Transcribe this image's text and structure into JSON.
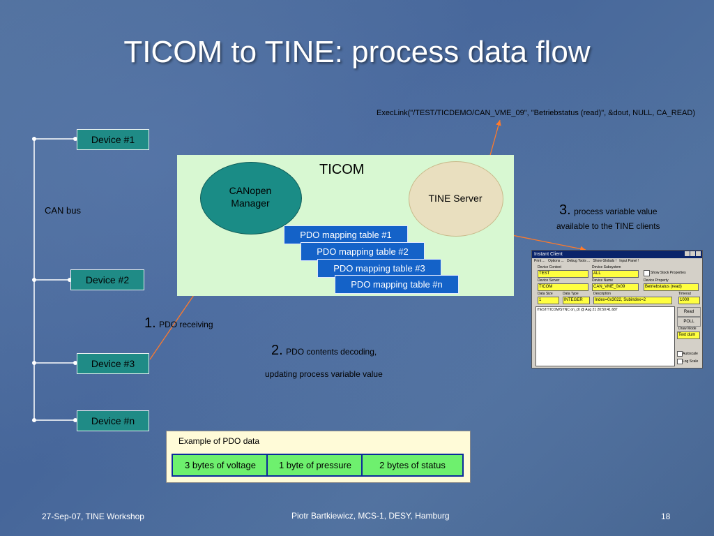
{
  "title": "TICOM to TINE: process data flow",
  "execlink": "ExecLink(\"/TEST/TICDEMO/CAN_VME_09\", \"Betriebstatus (read)\", &dout, NULL, CA_READ)",
  "can_bus_label": "CAN bus",
  "devices": [
    "Device #1",
    "Device #2",
    "Device #3",
    "Device #n"
  ],
  "ticom": {
    "title": "TICOM",
    "canopen_manager": "CANopen\nManager",
    "tine_server": "TINE Server",
    "pdo_tables": [
      "PDO mapping table #1",
      "PDO mapping table #2",
      "PDO mapping table #3",
      "PDO mapping table #n"
    ]
  },
  "steps": {
    "step1_num": "1.",
    "step1_text": "PDO receiving",
    "step2_num": "2.",
    "step2_text": "PDO contents decoding,",
    "step2_text2": "updating process variable value",
    "step3_num": "3.",
    "step3_text": "process variable value",
    "step3_text2": "available to the TINE clients"
  },
  "example": {
    "title": "Example of PDO data",
    "cells": [
      "3 bytes of voltage",
      "1 byte of pressure",
      "2 bytes of status"
    ]
  },
  "instant_client": {
    "window_title": "Instant Client",
    "menu": [
      "Print ...",
      "Options ...",
      "Debug Tools ...",
      "Show Globals !",
      "Input Panel !"
    ],
    "device_context_label": "Device Context",
    "device_context": "TEST",
    "device_subsystem_label": "Device Subsystem",
    "device_subsystem": "ALL",
    "show_stock": "Show Stock Properties",
    "device_server_label": "Device Server",
    "device_server": "TICOM",
    "device_name_label": "Device Name",
    "device_name": "CAN_VME_0x09",
    "device_property_label": "Device Property",
    "device_property": "Betriebstatus (read)",
    "data_size_label": "Data Size",
    "data_size": "1",
    "data_type_label": "Data Type",
    "data_type": "INTEGER",
    "description_label": "Description",
    "description": "Index=0x3022, Subindex=2",
    "timeout_label": "Timeout",
    "timeout": "1000",
    "output_line": "/TEST/TICOM/SYNC on_clt @ Aug 21 20:50:41.687",
    "read_button": "Read",
    "poll_button": "POLL",
    "draw_mode_label": "Draw Mode",
    "draw_mode": "Text dum",
    "autoscale": "Autoscale",
    "log_scale": "Log Scale"
  },
  "footer": {
    "left": "27-Sep-07, TINE Workshop",
    "center": "Piotr Bartkiewicz, MCS-1, DESY, Hamburg",
    "page": "18"
  }
}
